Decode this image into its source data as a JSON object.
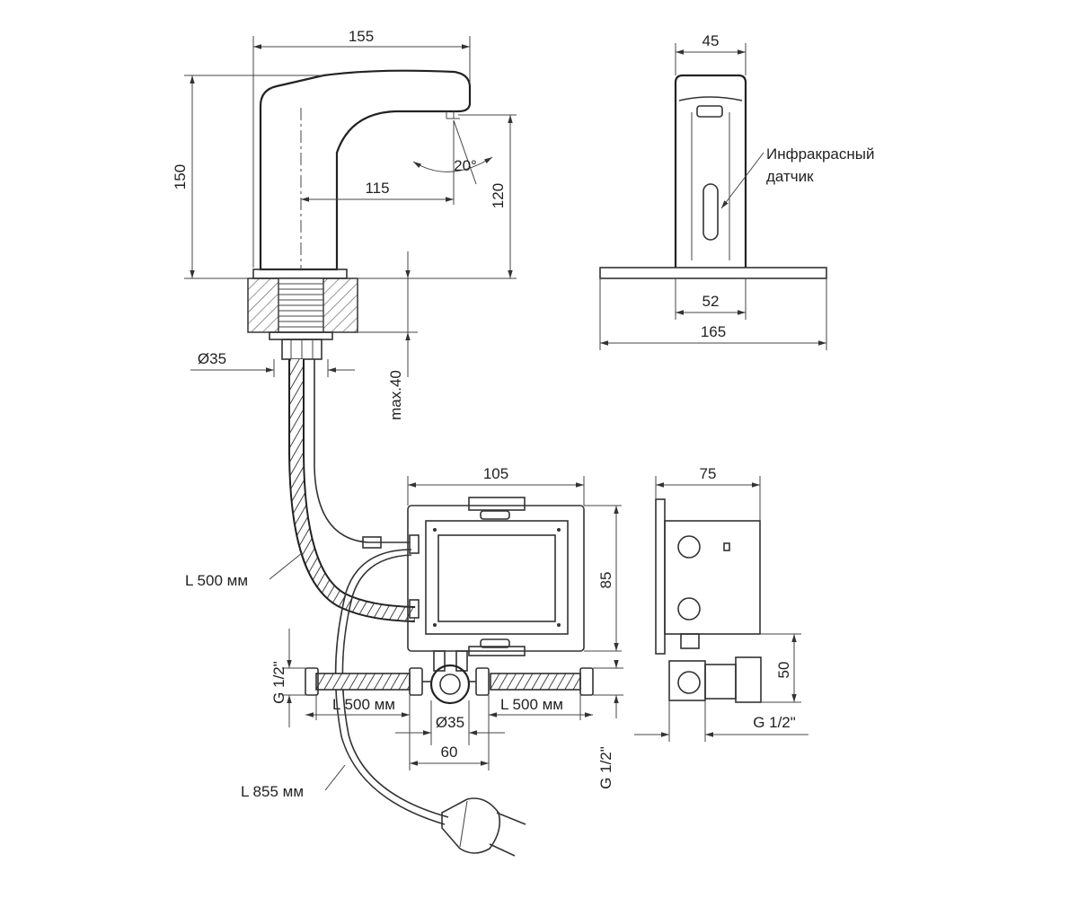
{
  "faucet_side": {
    "width": "155",
    "height": "150",
    "reach": "115",
    "spout_height": "120",
    "angle": "20°",
    "base_diameter": "Ø35",
    "max_thickness": "max.40"
  },
  "faucet_front": {
    "width_top": "45",
    "width_base": "52",
    "plate_width": "165",
    "sensor_label_line1": "Инфракрасный",
    "sensor_label_line2": "датчик"
  },
  "box_front": {
    "width": "105",
    "height": "85",
    "hose_length_left": "L 500 мм",
    "hose_length_right": "L 500 мм",
    "thread_left": "G 1/2\"",
    "thread_bottom": "G 1/2\"",
    "outlet_diameter": "Ø35",
    "outlet_spacing": "60",
    "spout_hose_length": "L 500 мм",
    "cable_length": "L 855 мм"
  },
  "box_side": {
    "depth": "75",
    "outlet_height": "50",
    "thread": "G 1/2\""
  }
}
